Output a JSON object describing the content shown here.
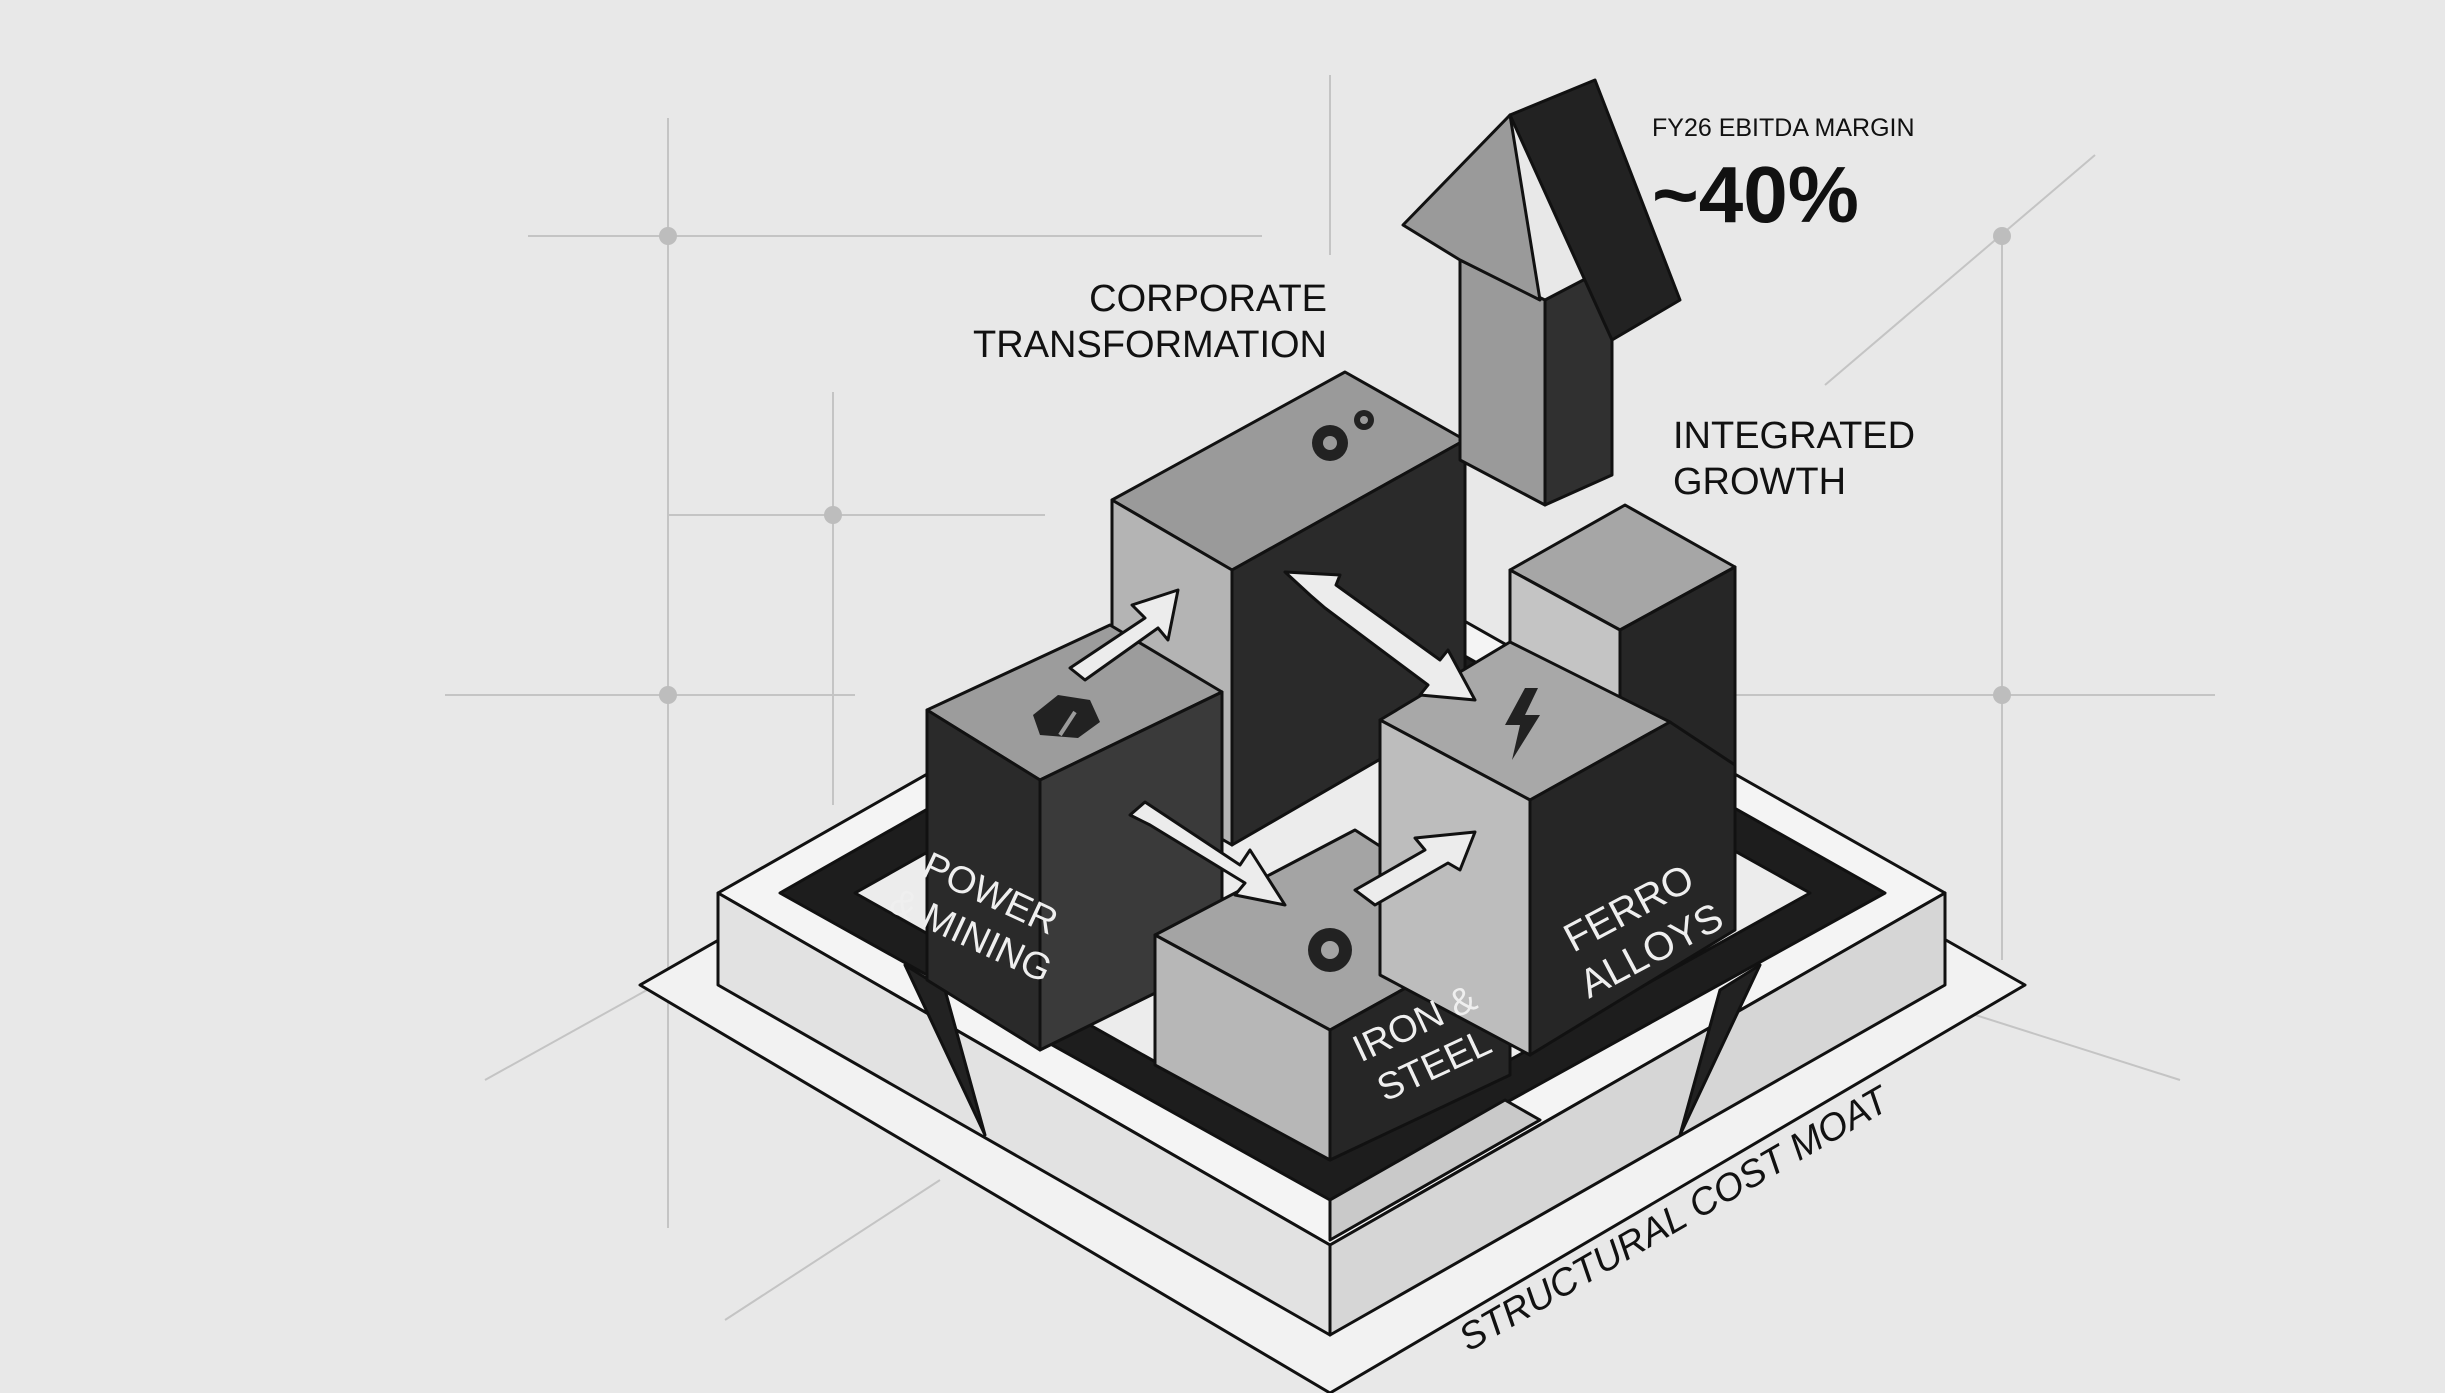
{
  "metric": {
    "caption": "FY26 EBITDA MARGIN",
    "value": "~40%"
  },
  "callouts": {
    "corporate_line1": "CORPORATE",
    "corporate_line2": "TRANSFORMATION",
    "growth_line1": "INTEGRATED",
    "growth_line2": "GROWTH"
  },
  "blocks": {
    "power_line1": "POWER",
    "power_line2": "& MINING",
    "iron_line1": "IRON &",
    "iron_line2": "STEEL",
    "ferro_line1": "FERRO",
    "ferro_line2": "ALLOYS"
  },
  "base": {
    "label": "STRUCTURAL COST MOAT"
  },
  "icons": [
    "gears-icon",
    "rock-pick-icon",
    "lightning-icon",
    "gear-icon"
  ]
}
